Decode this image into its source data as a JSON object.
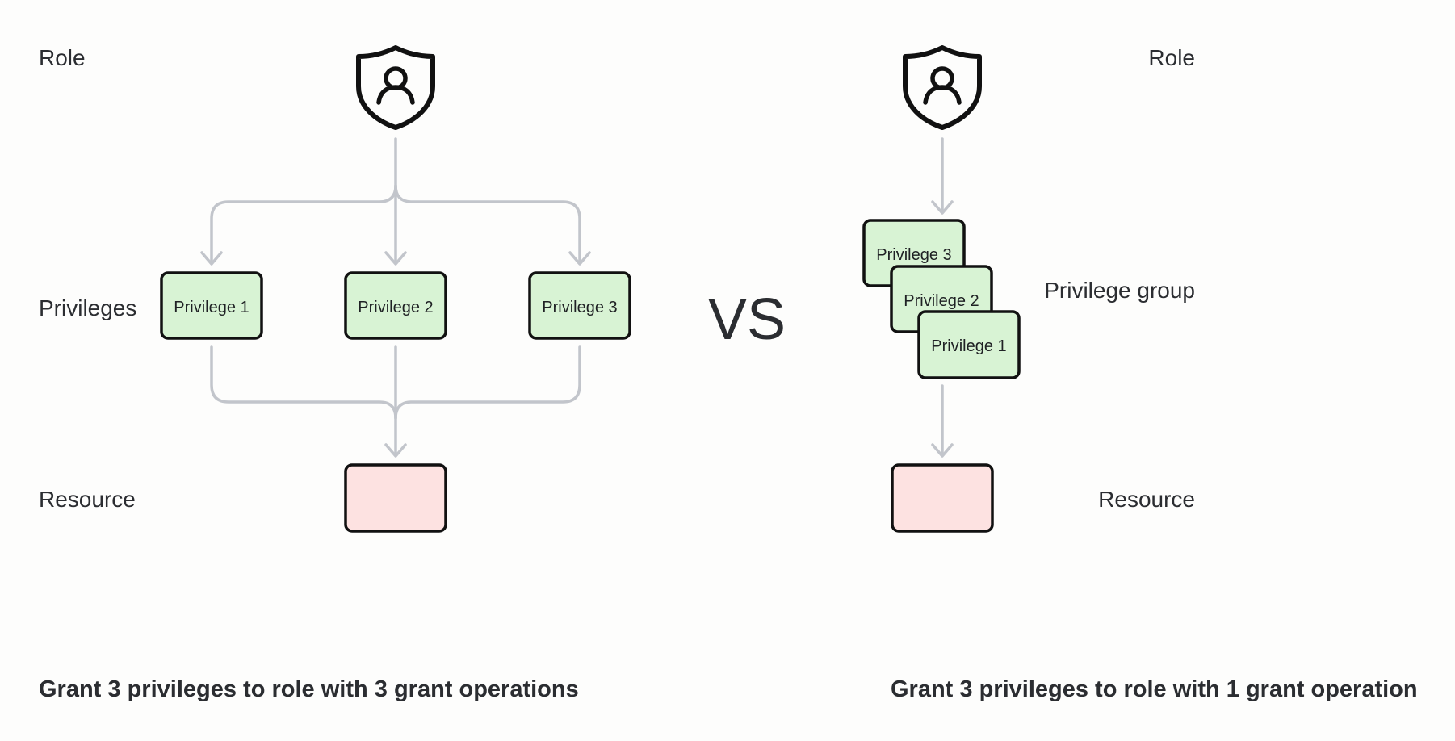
{
  "left": {
    "role_label": "Role",
    "privileges_label": "Privileges",
    "resource_label": "Resource",
    "privilege_boxes": [
      "Privilege 1",
      "Privilege 2",
      "Privilege 3"
    ],
    "caption": "Grant 3 privileges to role with 3 grant operations"
  },
  "vs_label": "VS",
  "right": {
    "role_label": "Role",
    "group_label": "Privilege group",
    "resource_label": "Resource",
    "privilege_boxes": [
      "Privilege 3",
      "Privilege 2",
      "Privilege 1"
    ],
    "caption": "Grant 3 privileges to role with 1 grant operation"
  },
  "colors": {
    "privilege_fill": "#d8f3d4",
    "resource_fill": "#fde2e1",
    "connector": "#c2c5cb",
    "outline": "#111111"
  },
  "icons": [
    "role-shield-icon",
    "arrow-down-icon"
  ]
}
